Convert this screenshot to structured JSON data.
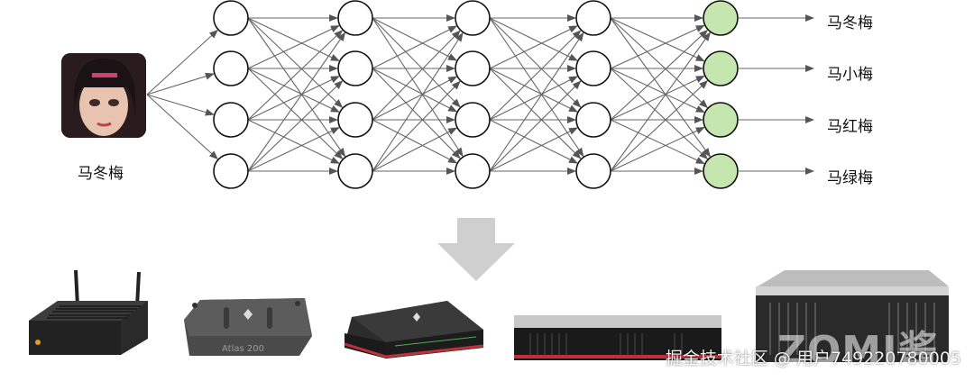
{
  "input": {
    "label": "马冬梅",
    "image": "portrait-photo"
  },
  "network": {
    "layers": [
      4,
      4,
      4,
      4,
      4
    ],
    "output_node_color": "#c6e6b0",
    "hidden_node_color": "#ffffff"
  },
  "outputs": [
    "马冬梅",
    "马小梅",
    "马红梅",
    "马绿梅"
  ],
  "transition": {
    "icon": "arrow-down-icon",
    "color": "#cfcfcf"
  },
  "devices": [
    {
      "name": "edge-box-device"
    },
    {
      "name": "atlas-200-device",
      "text": "Atlas 200"
    },
    {
      "name": "inference-card-device"
    },
    {
      "name": "rack-server-2u-device"
    },
    {
      "name": "rack-server-4u-device"
    }
  ],
  "watermark": {
    "brand": "ZOMI酱",
    "text": "掘金技术社区 @ 用户749220780005"
  }
}
